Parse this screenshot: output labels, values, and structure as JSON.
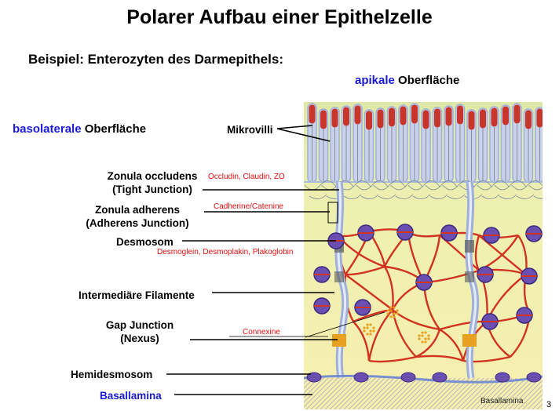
{
  "title": "Polarer Aufbau einer Epithelzelle",
  "subtitle": "Beispiel: Enterozyten des Darmepithels:",
  "apical": {
    "highlight": "apikale",
    "rest": " Oberfläche"
  },
  "basolateral": {
    "highlight": "basolaterale",
    "rest": " Oberfläche"
  },
  "labels": {
    "mikrovilli": "Mikrovilli",
    "zonula_occludens_line1": "Zonula occludens",
    "zonula_occludens_line2": "(Tight Junction)",
    "zonula_occludens_proteins": "Occludin, Claudin, ZO",
    "zonula_adherens_line1": "Zonula adherens",
    "zonula_adherens_line2": "(Adherens Junction)",
    "zonula_adherens_proteins": "Cadherine/Catenine",
    "desmosom": "Desmosom",
    "desmosom_proteins": "Desmoglein, Desmoplakin, Plakoglobin",
    "intermediaere_filamente": "Intermediäre Filamente",
    "gap_junction_line1": "Gap Junction",
    "gap_junction_line2": "(Nexus)",
    "gap_junction_proteins": "Connexine",
    "hemidesmosom": "Hemidesmosom",
    "basallamina": "Basallamina",
    "basallamina_in_figure": "Basallamina",
    "page_number": "3"
  },
  "colors": {
    "highlight_blue": "#1a1ad6",
    "protein_red": "#e01010",
    "cytoplasm_top": "#dfe8a8",
    "cytoplasm": "#f7efb0",
    "membrane": "#9fb0dc",
    "microvillus_tip": "#c8352a",
    "filament": "#d23220",
    "desmosome": "#6b4fb0"
  }
}
